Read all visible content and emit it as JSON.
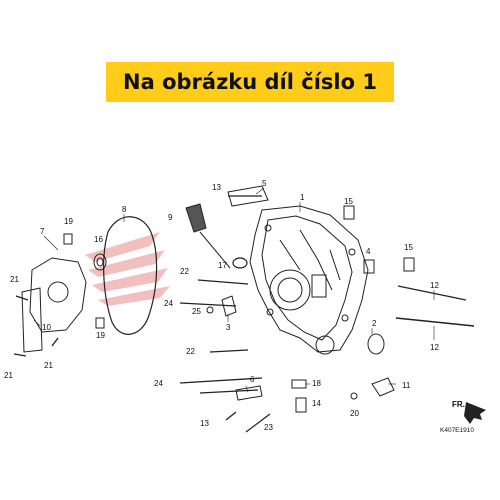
{
  "banner": {
    "text": "Na obrázku díl číslo 1"
  },
  "diagram": {
    "code": "K407E1910",
    "direction_label": "FR.",
    "callouts": [
      {
        "id": "c1",
        "text": "1"
      },
      {
        "id": "c2",
        "text": "2"
      },
      {
        "id": "c3",
        "text": "3"
      },
      {
        "id": "c4",
        "text": "4"
      },
      {
        "id": "c5",
        "text": "5"
      },
      {
        "id": "c6",
        "text": "6"
      },
      {
        "id": "c7",
        "text": "7"
      },
      {
        "id": "c8",
        "text": "8"
      },
      {
        "id": "c9",
        "text": "9"
      },
      {
        "id": "c10",
        "text": "10"
      },
      {
        "id": "c11",
        "text": "11"
      },
      {
        "id": "c12a",
        "text": "12"
      },
      {
        "id": "c12b",
        "text": "12"
      },
      {
        "id": "c13a",
        "text": "13"
      },
      {
        "id": "c13b",
        "text": "13"
      },
      {
        "id": "c14",
        "text": "14"
      },
      {
        "id": "c15a",
        "text": "15"
      },
      {
        "id": "c15b",
        "text": "15"
      },
      {
        "id": "c16",
        "text": "16"
      },
      {
        "id": "c17",
        "text": "17"
      },
      {
        "id": "c18",
        "text": "18"
      },
      {
        "id": "c19a",
        "text": "19"
      },
      {
        "id": "c19b",
        "text": "19"
      },
      {
        "id": "c20",
        "text": "20"
      },
      {
        "id": "c21a",
        "text": "21"
      },
      {
        "id": "c21b",
        "text": "21"
      },
      {
        "id": "c21c",
        "text": "21"
      },
      {
        "id": "c22a",
        "text": "22"
      },
      {
        "id": "c22b",
        "text": "22"
      },
      {
        "id": "c23",
        "text": "23"
      },
      {
        "id": "c24a",
        "text": "24"
      },
      {
        "id": "c24b",
        "text": "24"
      },
      {
        "id": "c25",
        "text": "25"
      }
    ]
  }
}
